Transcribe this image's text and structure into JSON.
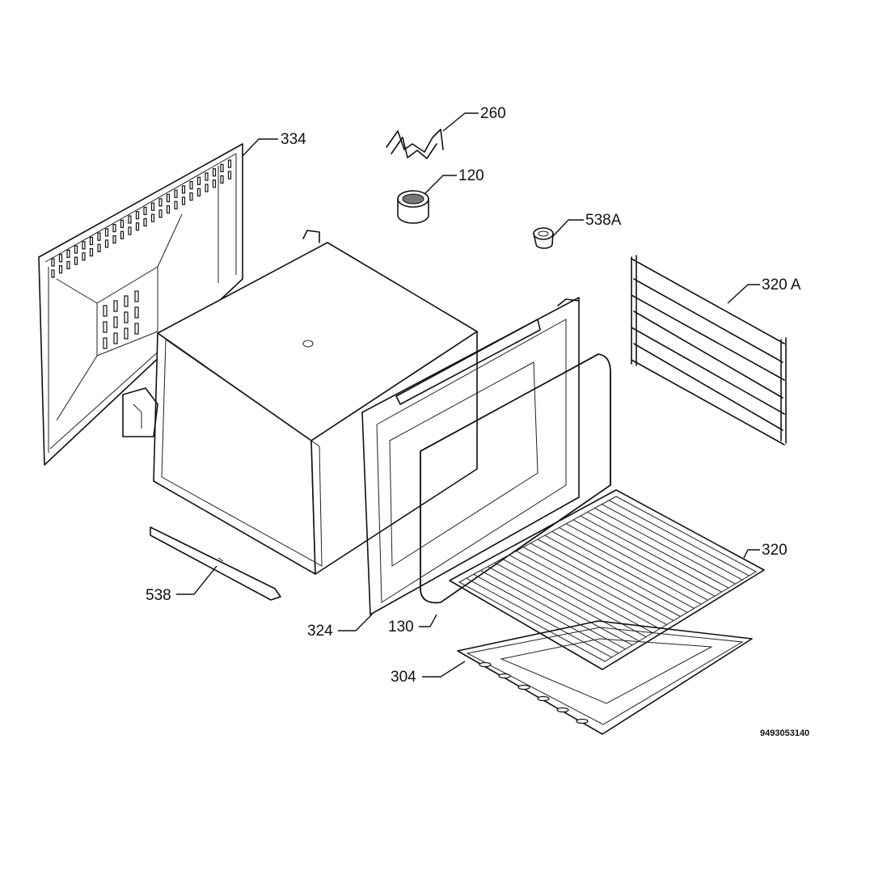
{
  "diagram": {
    "drawing_code": "9493053140",
    "callouts": [
      {
        "id": "c-260",
        "label": "260"
      },
      {
        "id": "c-334",
        "label": "334"
      },
      {
        "id": "c-120",
        "label": "120"
      },
      {
        "id": "c-538a",
        "label": "538A"
      },
      {
        "id": "c-320a",
        "label": "320 A"
      },
      {
        "id": "c-320",
        "label": "320"
      },
      {
        "id": "c-538",
        "label": "538"
      },
      {
        "id": "c-324",
        "label": "324"
      },
      {
        "id": "c-130",
        "label": "130"
      },
      {
        "id": "c-304",
        "label": "304"
      }
    ]
  }
}
